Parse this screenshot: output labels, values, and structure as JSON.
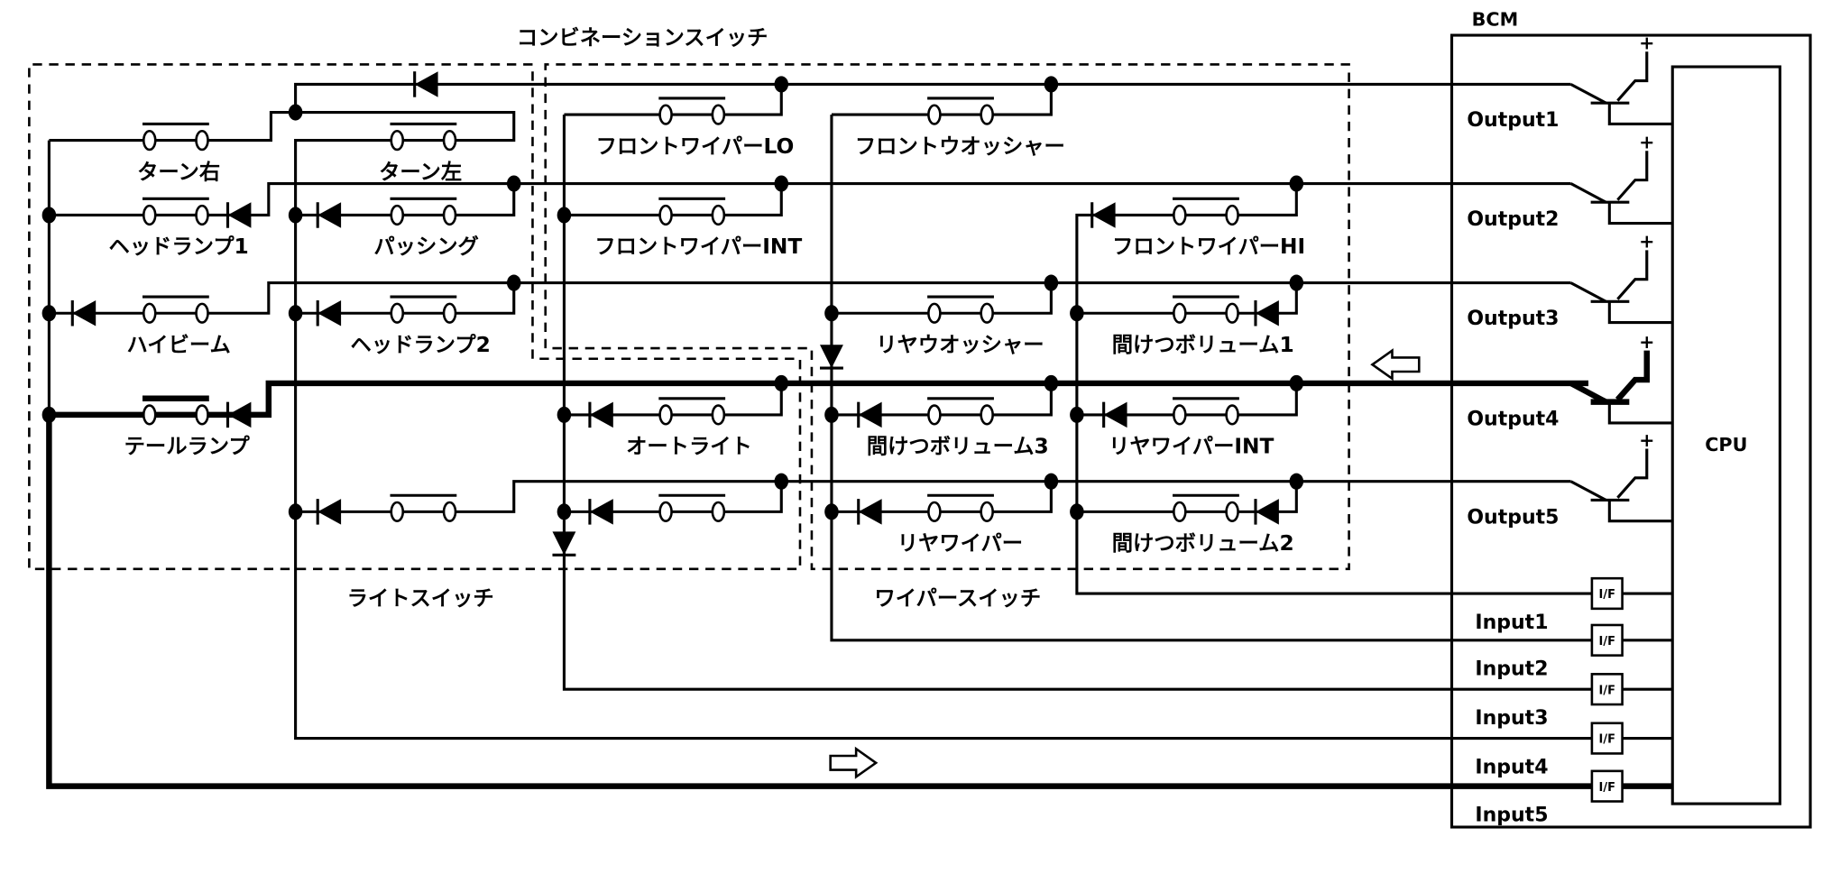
{
  "title": "コンビネーションスイッチ",
  "groups": {
    "light_switch": "ライトスイッチ",
    "wiper_switch": "ワイパースイッチ"
  },
  "bcm": {
    "label": "BCM",
    "cpu": "CPU"
  },
  "outputs": [
    "Output1",
    "Output2",
    "Output3",
    "Output4",
    "Output5"
  ],
  "inputs": [
    "Input1",
    "Input2",
    "Input3",
    "Input4",
    "Input5"
  ],
  "interface_label": "I/F",
  "supply_symbol": "+",
  "switches": {
    "turn_right": "ターン右",
    "turn_left": "ターン左",
    "headlamp1": "ヘッドランプ1",
    "passing": "パッシング",
    "high_beam": "ハイビーム",
    "headlamp2": "ヘッドランプ2",
    "tail_lamp": "テールランプ",
    "front_wiper_lo": "フロントワイパーLO",
    "front_wiper_int": "フロントワイパーINT",
    "auto_light": "オートライト",
    "front_washer": "フロントウオッシャー",
    "rear_washer": "リヤウオッシャー",
    "intermittent_volume3": "間けつボリューム3",
    "rear_wiper": "リヤワイパー",
    "front_wiper_hi": "フロントワイパーHI",
    "intermittent_volume1": "間けつボリューム1",
    "rear_wiper_int": "リヤワイパーINT",
    "intermittent_volume2": "間けつボリューム2"
  }
}
